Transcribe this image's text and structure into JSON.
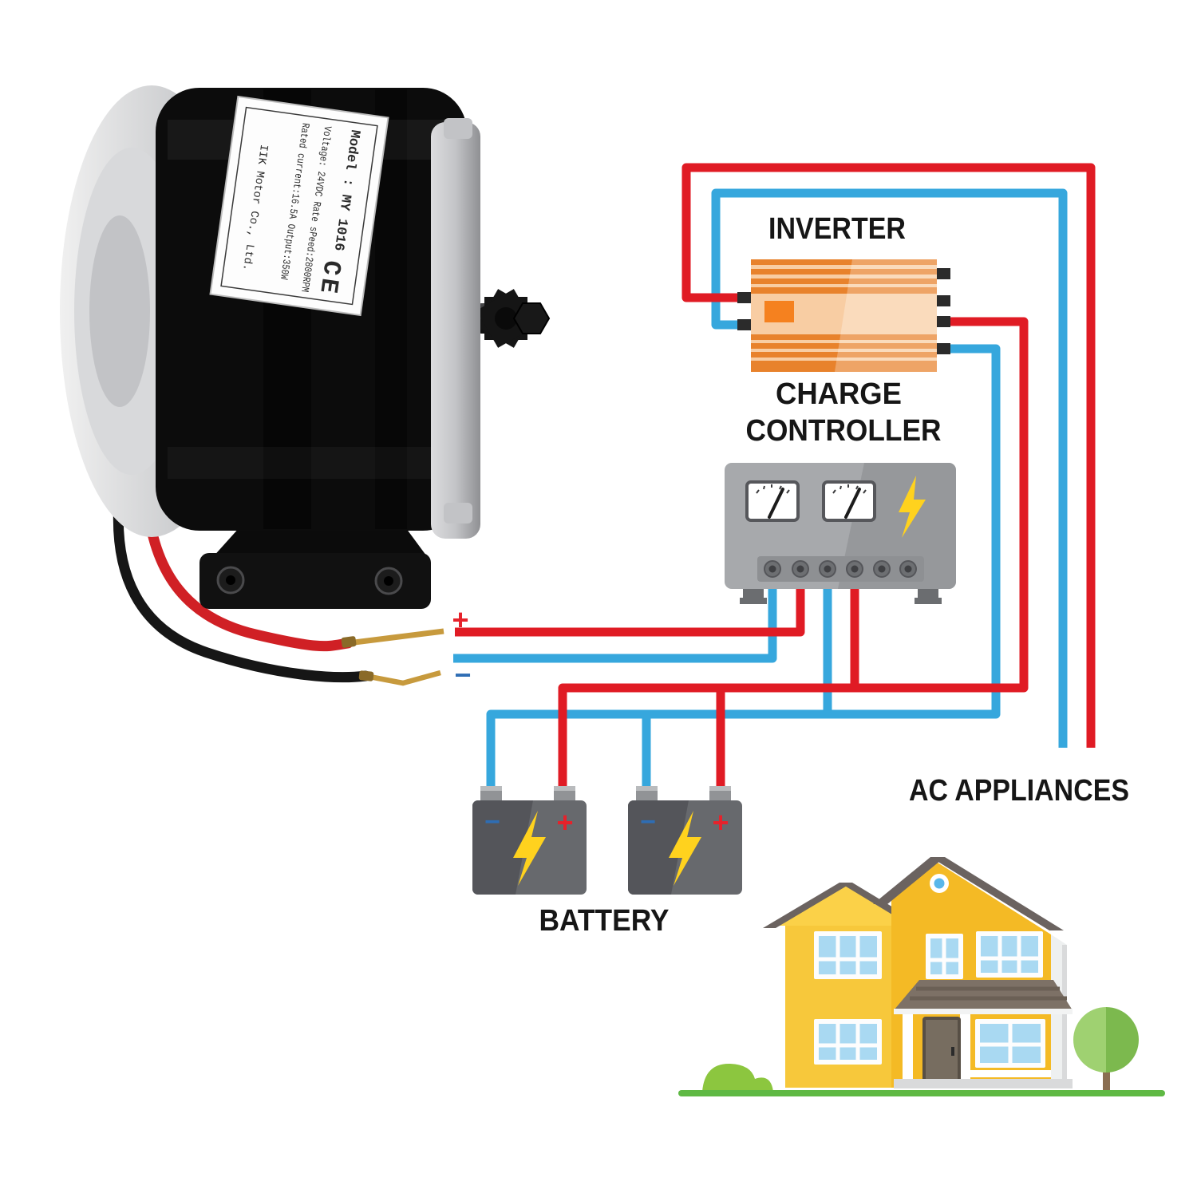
{
  "palette": {
    "wireRed": "#e01b24",
    "wireBlue": "#36a7dd",
    "inverterStripe": "#e8822c",
    "inverterBody": "#f8cda3",
    "inverterSheen": "#fbe0c6",
    "inverterDisplay": "#f5811f",
    "terminalBlack": "#2b2b2b",
    "ccBody": "#a7a9ac",
    "ccBodyDark": "#96989b",
    "ccStrip": "#8e9093",
    "ccFoot": "#6b6d70",
    "bolt": "#ffd21e",
    "batteryDark": "#54555a",
    "batteryLight": "#67696d",
    "batteryCap": "#919396",
    "minusBlue": "#2e6db4",
    "plusRed": "#e6222b",
    "wallMain": "#f4ba25",
    "wallLight": "#f7c83b",
    "gableLight": "#fbd148",
    "roof": "#6b6360",
    "porchRoof": "#7d7166",
    "porchRoofDark": "#6b6055",
    "windowBlue": "#a9d9f2",
    "frameWhite": "#fdfdfd",
    "door": "#776d60",
    "doorEdge": "#574f45",
    "porchBase": "#d9dadb",
    "sideWall": "#eef0f0",
    "ground": "#5fb944",
    "treeLight": "#9fd171",
    "treeDark": "#7cb94e",
    "trunk": "#8a6e51",
    "bush": "#8cc63f",
    "motorBlack": "#0c0c0c",
    "silverLight": "#ececec",
    "silverDark": "#a9aaad",
    "gold": "#c79a3d",
    "goldDark": "#8a6a28",
    "motorWireRed": "#d02025",
    "motorWireBlack": "#161616",
    "headingInk": "#161616"
  },
  "labels": {
    "inverter": "INVERTER",
    "charge_line1": "CHARGE",
    "charge_line2": "CONTROLLER",
    "battery": "BATTERY",
    "ac_appliances": "AC APPLIANCES",
    "plus": "+",
    "minus": "−"
  },
  "motor_nameplate": {
    "line1": "Model : MY 1016",
    "ce": "CE",
    "line2": "Voltage: 24VDC Rate sPeed:2800RPM",
    "line3": "Rated current:16.5A Output:350W",
    "line4": "IIK Motor Co., Ltd."
  }
}
